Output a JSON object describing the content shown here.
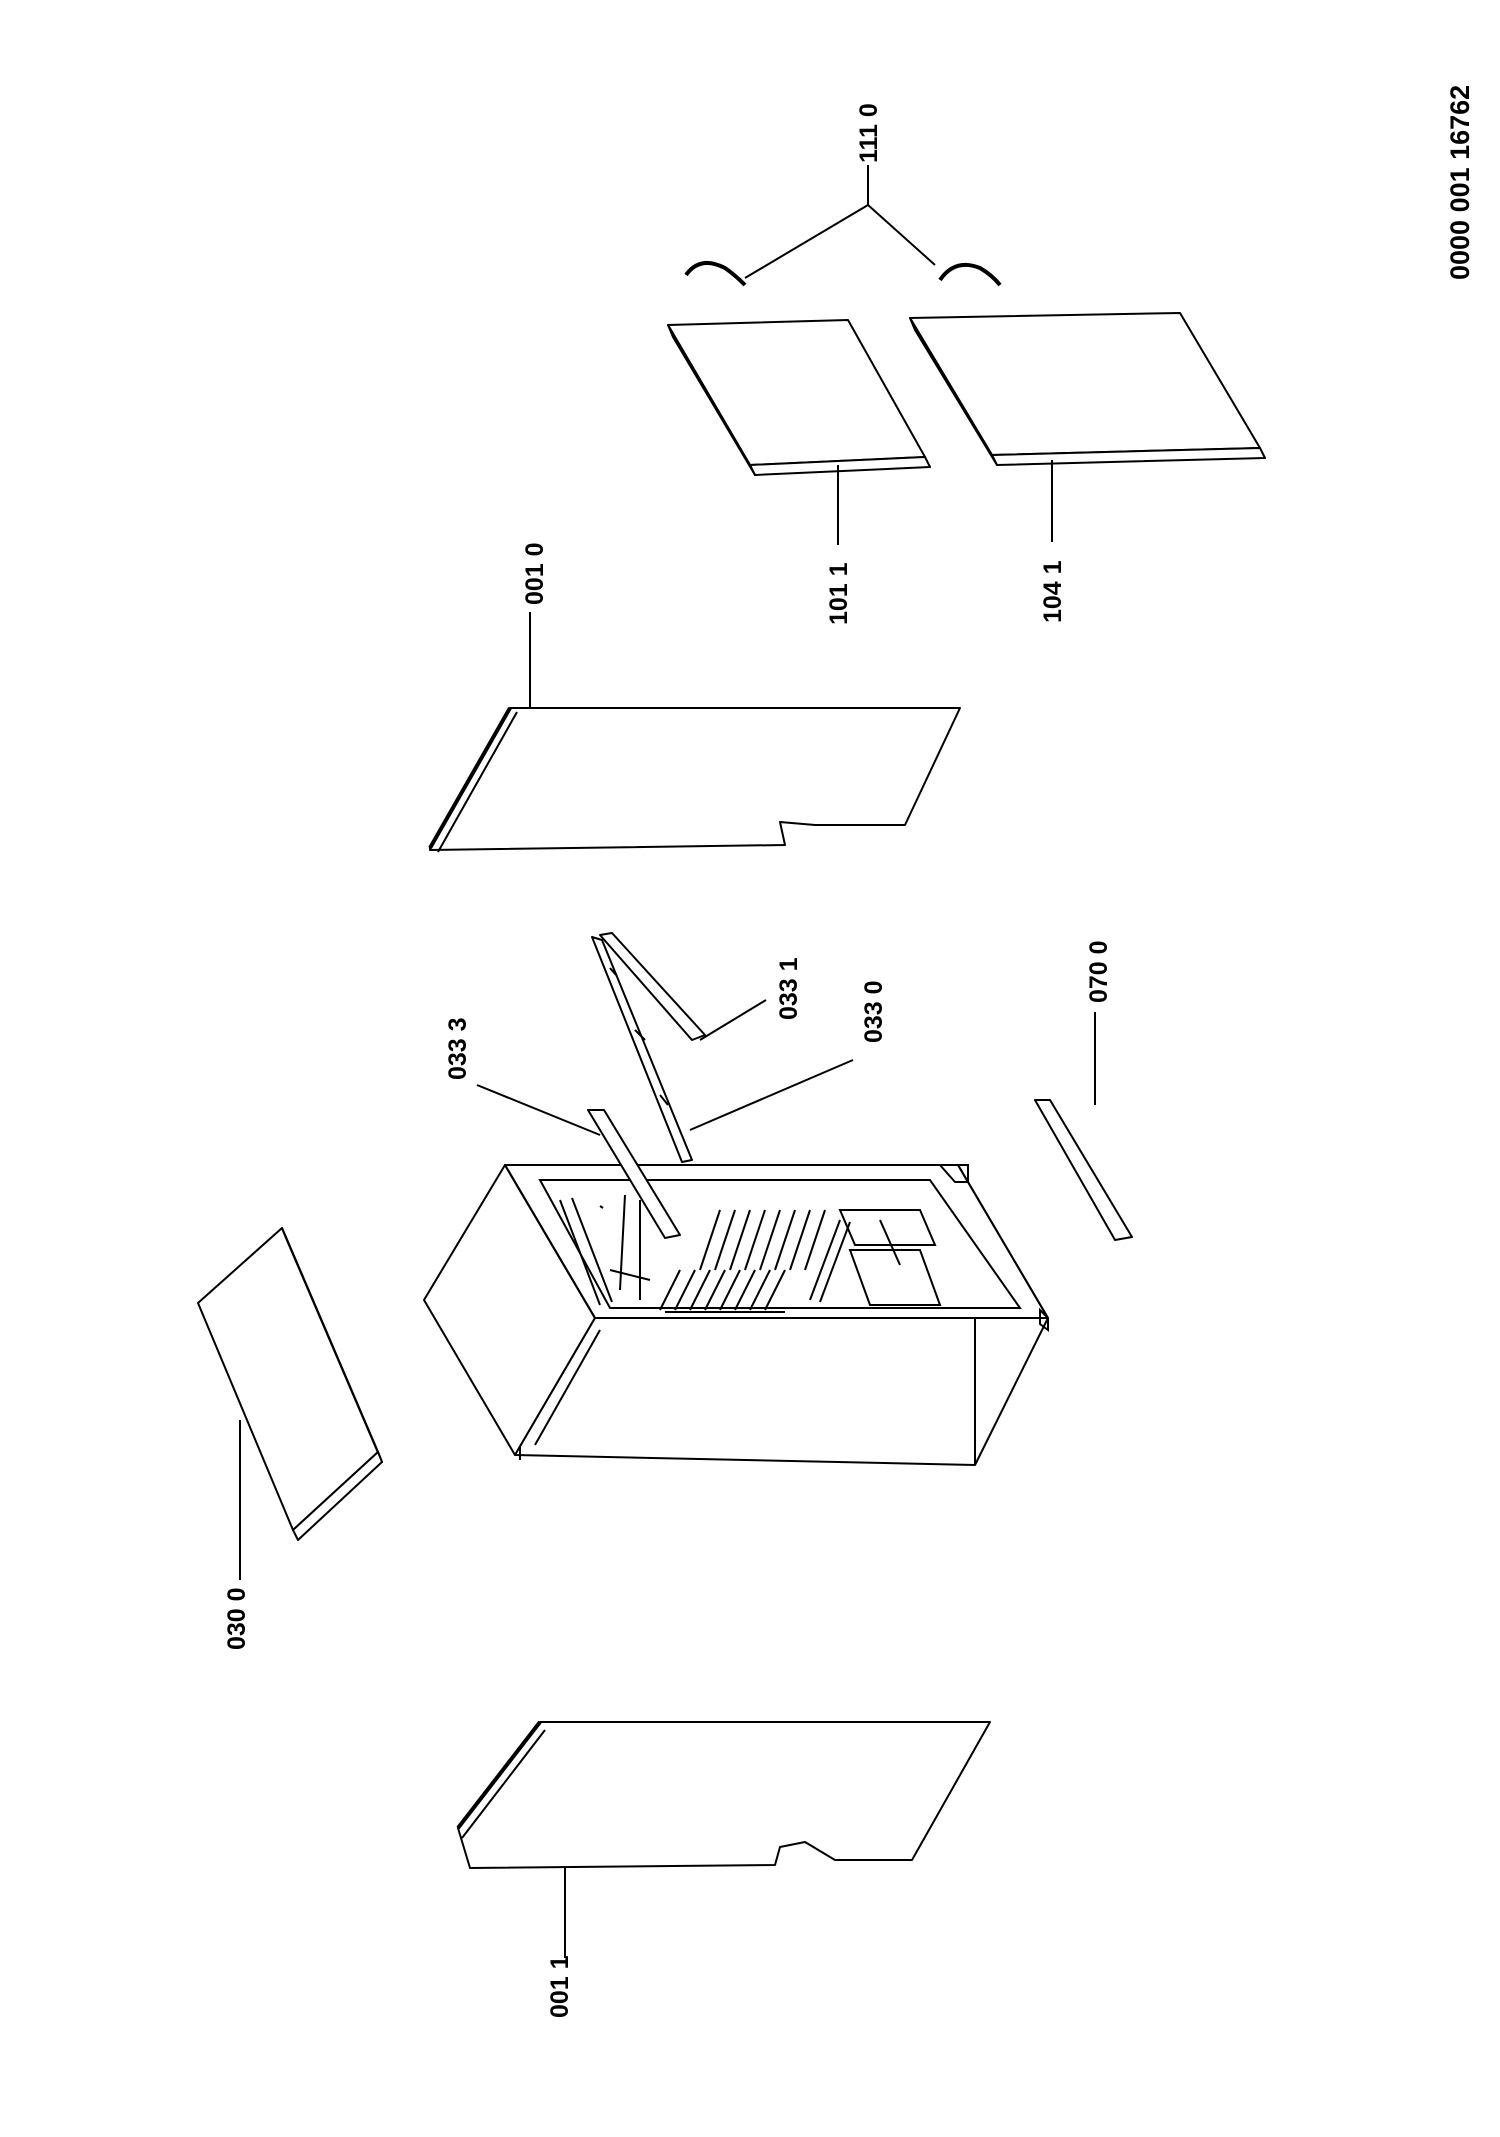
{
  "document_number": "0000 001 16762",
  "callouts": {
    "p0011": "001 1",
    "p0300": "030 0",
    "p0010": "001 0",
    "p0333": "033 3",
    "p0331": "033 1",
    "p0330": "033 0",
    "p0700": "070 0",
    "p1011": "101 1",
    "p1041": "104 1",
    "p1110": "111 0"
  }
}
